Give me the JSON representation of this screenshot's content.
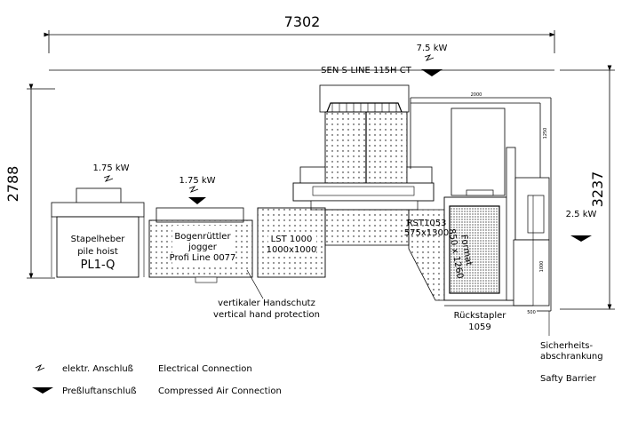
{
  "dimensions": {
    "overall_width": "7302",
    "left_height": "2788",
    "right_height": "3237",
    "sub_2000": "2000",
    "sub_1250": "1250",
    "sub_1000": "1000",
    "sub_500": "500"
  },
  "power": {
    "pile_hoist": "1.75 kW",
    "jogger": "1.75 kW",
    "press": "7.5 kW",
    "stacker": "2.5 kW"
  },
  "machines": {
    "press": "SEN S-LINE 115H CT",
    "pile_hoist_line1": "Stapelheber",
    "pile_hoist_line2": "pile hoist",
    "pile_hoist_line3": "PL1-Q",
    "jogger_line1": "Bogenrüttler",
    "jogger_line2": "jogger",
    "jogger_line3": "Profi Line 0077",
    "lst_line1": "LST 1000",
    "lst_line2": "1000x1000",
    "rst_line1": "RST1053",
    "rst_line2": "575x1300",
    "format_line1": "Format",
    "format_line2": "850 x 1260",
    "stacker_line1": "Rückstapler",
    "stacker_line2": "1059"
  },
  "annotations": {
    "hand_protection_de": "vertikaler Handschutz",
    "hand_protection_en": "vertical hand protection",
    "barrier_de_line1": "Sicherheits-",
    "barrier_de_line2": "abschrankung",
    "barrier_en": "Safty Barrier"
  },
  "legend": {
    "electrical_de": "elektr. Anschluß",
    "electrical_en": "Electrical Connection",
    "air_de": "Preßluftanschluß",
    "air_en": "Compressed Air Connection"
  }
}
